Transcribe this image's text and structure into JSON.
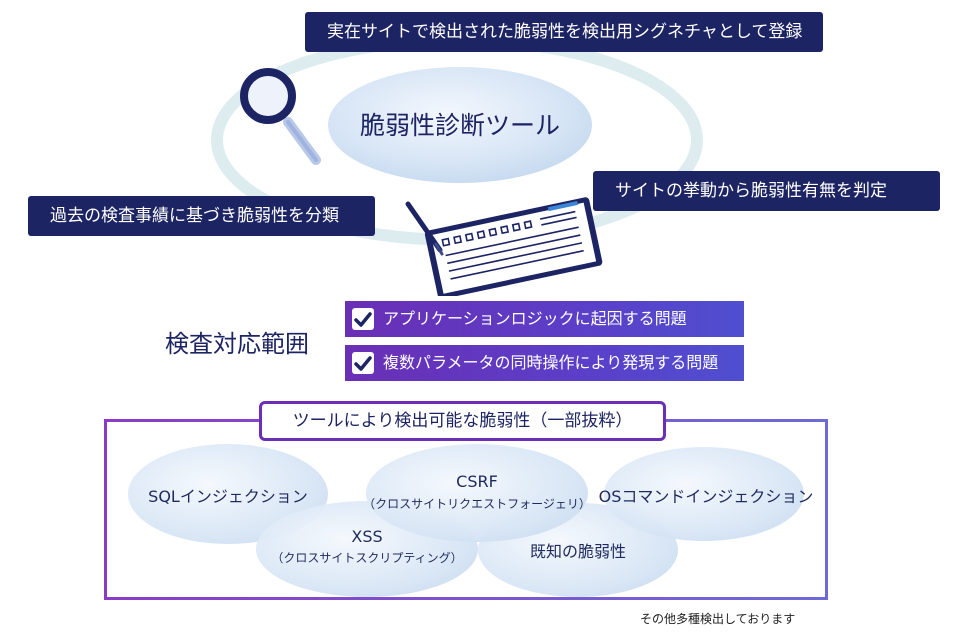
{
  "tool": {
    "title": "脆弱性診断ツール",
    "feature_register": "実在サイトで検出された脆弱性を検出用シグネチャとして登録",
    "feature_judge": "サイトの挙動から脆弱性有無を判定",
    "feature_classify": "過去の検査事績に基づき脆弱性を分類"
  },
  "scope": {
    "label": "検査対応範囲",
    "items": [
      "アプリケーションロジックに起因する問題",
      "複数パラメータの同時操作により発現する問題"
    ]
  },
  "detectable": {
    "header": "ツールにより検出可能な脆弱性（一部抜粋）",
    "sqli": "SQLインジェクション",
    "csrf": "CSRF",
    "csrf_sub": "（クロスサイトリクエストフォージェリ）",
    "osci": "OSコマンドインジェクション",
    "xss": "XSS",
    "xss_sub": "（クロスサイトスクリプティング）",
    "known": "既知の脆弱性",
    "footnote": "その他多種検出しております"
  },
  "colors": {
    "navy": "#1d2463",
    "purple": "#6a2fb5",
    "frame": "#7a4fc4",
    "ring": "#dcecef"
  },
  "icons": [
    "magnifier-icon",
    "clipboard-checklist-icon",
    "pen-icon",
    "checkmark-icon"
  ]
}
